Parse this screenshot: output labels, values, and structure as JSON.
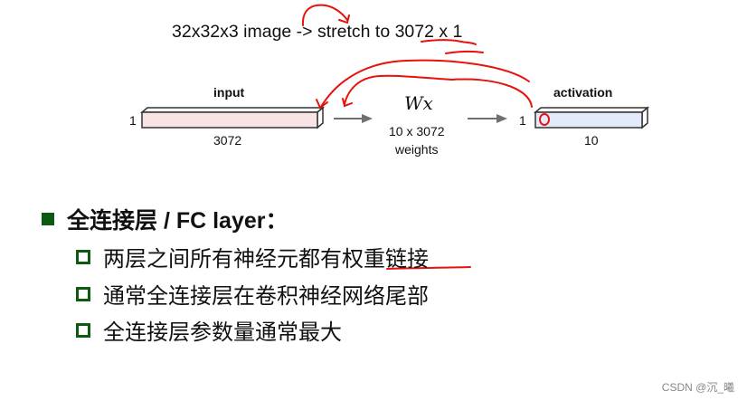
{
  "diagram": {
    "caption": "32x32x3 image -> stretch to 3072 x 1",
    "input": {
      "title": "input",
      "height_label": "1",
      "width_label": "3072",
      "fill": "#f8e4e4"
    },
    "weights": {
      "formula": "Wx",
      "size": "10 x 3072",
      "label": "weights"
    },
    "activation": {
      "title": "activation",
      "height_label": "1",
      "width_label": "10",
      "fill": "#e3ebfb"
    },
    "arrow_color": "#707070",
    "annotation_color": "#e8120c"
  },
  "section": {
    "title": "全连接层 / FC layer：",
    "bullet_color": "#0a5b10",
    "items": [
      {
        "text_before": "两层之间所有神经元都有",
        "text_underlined": "权重链接",
        "text_after": ""
      },
      {
        "text_before": "通常全连接层在卷积神经网络尾部",
        "text_underlined": "",
        "text_after": ""
      },
      {
        "text_before": "全连接层参数量通常最大",
        "text_underlined": "",
        "text_after": ""
      }
    ]
  },
  "watermark": "CSDN @沉_曦"
}
